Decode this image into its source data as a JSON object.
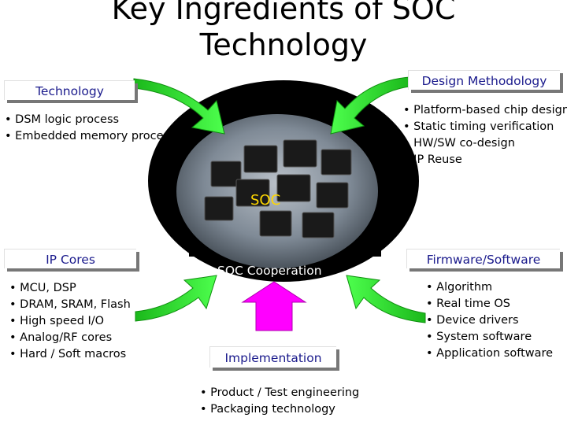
{
  "title": {
    "line1": "Key Ingredients of SOC",
    "line2": "Technology"
  },
  "technology": {
    "label": "Technology",
    "items": [
      "• DSM logic process",
      "• Embedded memory process"
    ]
  },
  "design_methodology": {
    "label": "Design Methodology",
    "items": [
      "• Platform-based chip design",
      "• Static timing verification",
      "• HW/SW co-design",
      "• IP Reuse"
    ]
  },
  "center": {
    "soc_label": "SOC",
    "cooperation_label": "SOC Cooperation"
  },
  "ip_cores": {
    "label": "IP Cores",
    "items": [
      "• MCU, DSP",
      "• DRAM, SRAM, Flash",
      "• High speed I/O",
      "• Analog/RF cores",
      "• Hard / Soft macros"
    ]
  },
  "firmware_software": {
    "label": "Firmware/Software",
    "items": [
      "• Algorithm",
      "• Real time OS",
      "• Device drivers",
      "• System software",
      "• Application software"
    ]
  },
  "implementation": {
    "label": "Implementation",
    "items": [
      "• Product / Test engineering",
      "• Packaging technology"
    ]
  },
  "colors": {
    "arrow_green": "#2fe02f",
    "arrow_magenta": "#ff00ff",
    "circle": "#000000",
    "soc_text": "#ffd700",
    "label_blue": "#1a1a8c"
  }
}
